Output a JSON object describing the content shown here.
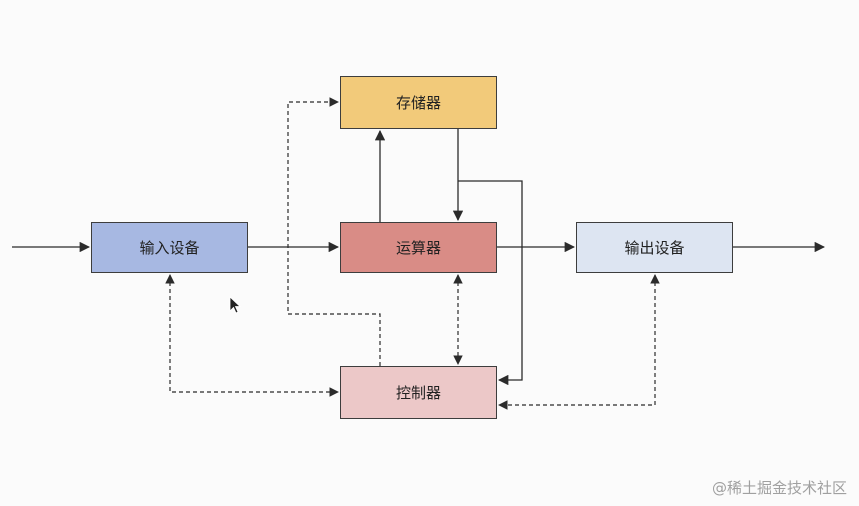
{
  "nodes": {
    "memory": {
      "label": "存储器",
      "color": "#f2ca7a"
    },
    "input": {
      "label": "输入设备",
      "color": "#a7b8e2"
    },
    "alu": {
      "label": "运算器",
      "color": "#d98c86"
    },
    "output": {
      "label": "输出设备",
      "color": "#dde5f2"
    },
    "control": {
      "label": "控制器",
      "color": "#ecc8c8"
    }
  },
  "colors": {
    "line": "#2b2b2b",
    "background": "#fbfbfb"
  },
  "watermark": "@稀土掘金技术社区",
  "icons": [
    "mouse-cursor-icon",
    "arrow-head-icon"
  ]
}
